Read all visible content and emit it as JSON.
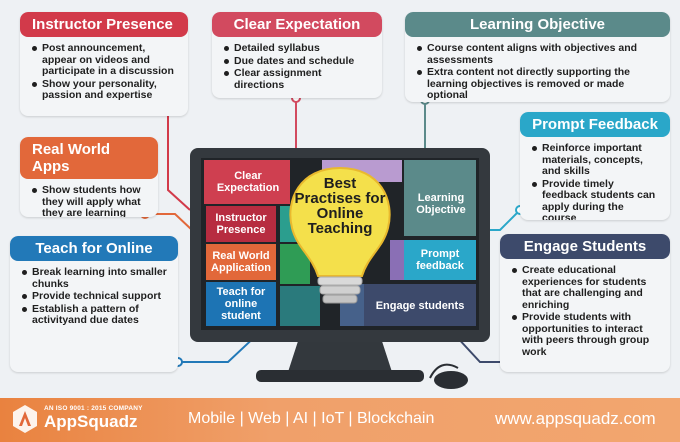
{
  "cards": {
    "instructor": {
      "title": "Instructor Presence",
      "color": "#d23a4a",
      "items": [
        "Post announcement, appear on videos and participate in a discussion",
        "Show your personality, passion and expertise"
      ]
    },
    "clear": {
      "title": "Clear Expectation",
      "color": "#d24a5f",
      "items": [
        "Detailed syllabus",
        "Due dates and schedule",
        "Clear assignment directions"
      ]
    },
    "learning": {
      "title": "Learning Objective",
      "color": "#5b8a8a",
      "items": [
        "Course content aligns with objectives and assessments",
        "Extra content not directly supporting the learning objectives is removed or made optional"
      ]
    },
    "realworld": {
      "title": "Real World Apps",
      "color": "#e2683a",
      "items": [
        "Show students how they will apply what they are learning"
      ]
    },
    "prompt": {
      "title": "Prompt Feedback",
      "color": "#2aa7c9",
      "items": [
        "Reinforce important materials, concepts, and skills",
        "Provide timely feedback students can apply during the course"
      ]
    },
    "teach": {
      "title": "Teach for Online",
      "color": "#2279b8",
      "items": [
        "Break learning into smaller chunks",
        "Provide technical support",
        "Establish a pattern of activityand due dates"
      ]
    },
    "engage": {
      "title": "Engage Students",
      "color": "#3d4a6b",
      "items": [
        "Create educational experiences for students that are challenging and enriching",
        "Provide students with opportunities to interact with peers through group work"
      ]
    }
  },
  "puzzle": {
    "clear": "Clear Expectation",
    "instructor": "Instructor Presence",
    "realworld": "Real World Application",
    "teach": "Teach for online student",
    "learning": "Learning Objective",
    "prompt": "Prompt feedback",
    "engage": "Engage students",
    "bulb": "Best Practises for Online Teaching"
  },
  "footer": {
    "iso": "AN ISO 9001 : 2015 COMPANY",
    "brand": "AppSquadz",
    "tagline": "Mobile | Web | AI | IoT | Blockchain",
    "website": "www.appsquadz.com"
  }
}
